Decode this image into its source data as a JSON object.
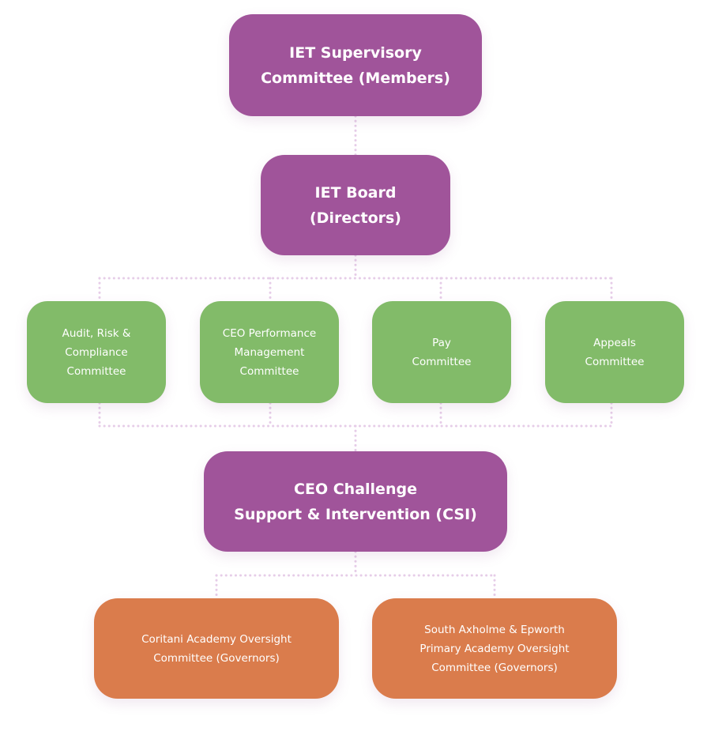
{
  "top": {
    "line1": "IET Supervisory",
    "line2": "Committee (Members)"
  },
  "board": {
    "line1": "IET Board",
    "line2": "(Directors)"
  },
  "committees": [
    {
      "lines": [
        "Audit, Risk &",
        "Compliance",
        "Committee"
      ]
    },
    {
      "lines": [
        "CEO Performance",
        "Management",
        "Committee"
      ]
    },
    {
      "lines": [
        "Pay",
        "Committee"
      ]
    },
    {
      "lines": [
        "Appeals",
        "Committee"
      ]
    }
  ],
  "csi": {
    "line1": "CEO Challenge",
    "line2": "Support & Intervention (CSI)"
  },
  "oversight": [
    {
      "lines": [
        "Coritani Academy Oversight",
        "Committee (Governors)"
      ]
    },
    {
      "lines": [
        "South Axholme & Epworth",
        "Primary Academy Oversight",
        "Committee (Governors)"
      ]
    }
  ],
  "colors": {
    "purple": "#a0549a",
    "green": "#82bb69",
    "orange": "#da7c4c",
    "connector": "#e6cde8"
  }
}
